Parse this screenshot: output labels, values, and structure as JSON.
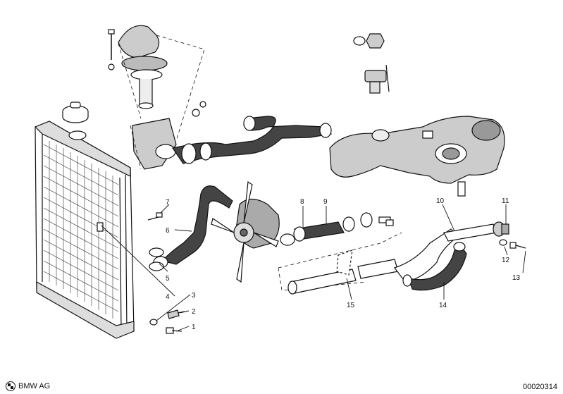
{
  "diagram": {
    "callouts": {
      "c1": "1",
      "c2": "2",
      "c3": "3",
      "c4": "4",
      "c5": "5",
      "c6": "6",
      "c7": "7",
      "c8": "8",
      "c9": "9",
      "c10": "10",
      "c11": "11",
      "c12": "12",
      "c13": "13",
      "c14": "14",
      "c15": "15"
    }
  },
  "footer": {
    "brand": "BMW AG",
    "drawing_number": "00020314"
  }
}
